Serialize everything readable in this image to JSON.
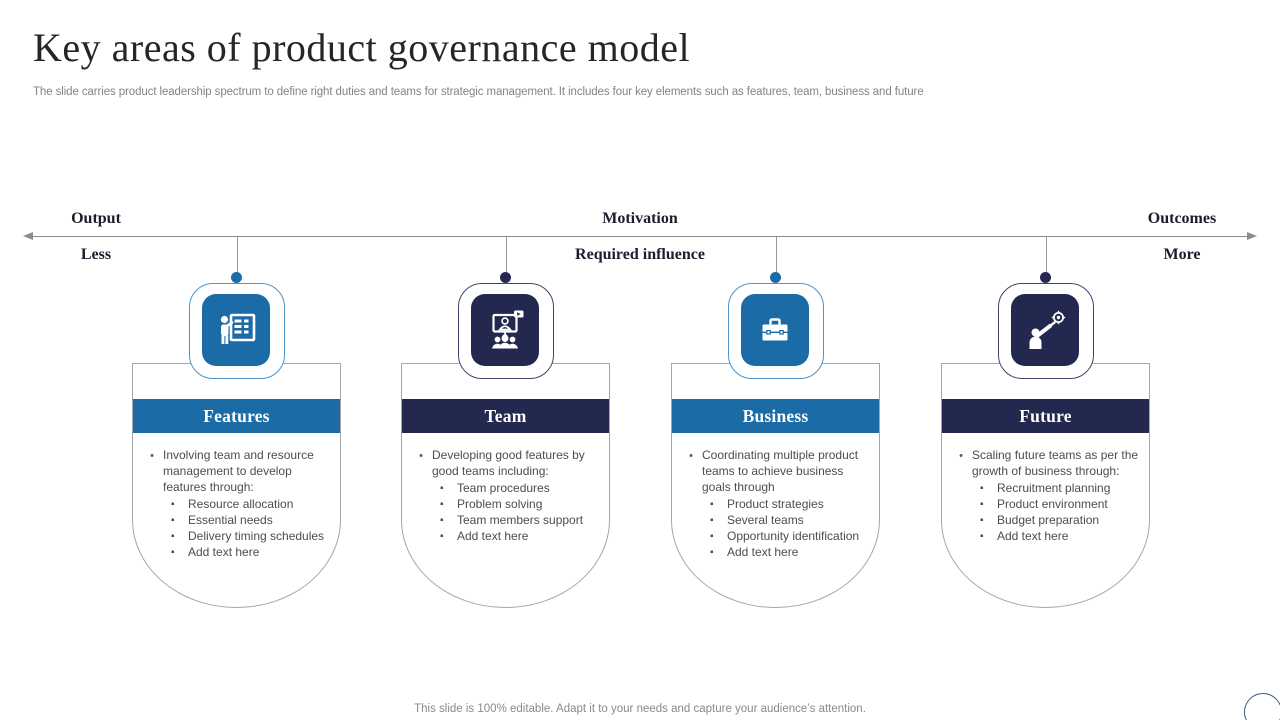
{
  "slide": {
    "title": "Key areas of product governance model",
    "subtitle": "The slide carries product leadership spectrum to define right duties and teams for strategic management. It includes four key elements such as features, team, business and future",
    "footer": "This slide is 100% editable. Adapt it to your needs and capture your audience’s attention."
  },
  "colors": {
    "blue": "#1B6BA7",
    "navy": "#23284E",
    "axis": "#8C8C8C",
    "card-border": "#A6A6A6",
    "body-text": "#4D4D4D"
  },
  "axis": {
    "left": {
      "top": "Output",
      "bottom": "Less"
    },
    "center": {
      "top": "Motivation",
      "bottom": "Required influence"
    },
    "right": {
      "top": "Outcomes",
      "bottom": "More"
    }
  },
  "cards": [
    {
      "title": "Features",
      "accent": "blue",
      "icon": "presenter-board-icon",
      "lead": "Involving team and resource management to develop features through:",
      "items": [
        "Resource allocation",
        "Essential needs",
        "Delivery timing schedules",
        "Add text here"
      ]
    },
    {
      "title": "Team",
      "accent": "navy",
      "icon": "video-team-icon",
      "lead": "Developing good features by good teams including:",
      "items": [
        "Team procedures",
        "Problem solving",
        "Team members support",
        "Add text here"
      ]
    },
    {
      "title": "Business",
      "accent": "blue",
      "icon": "briefcase-icon",
      "lead": "Coordinating multiple product teams to achieve business goals through",
      "items": [
        "Product strategies",
        "Several teams",
        "Opportunity identification",
        "Add text here"
      ]
    },
    {
      "title": "Future",
      "accent": "navy",
      "icon": "telescope-target-icon",
      "lead": "Scaling future teams as per the growth of business through:",
      "items": [
        "Recruitment planning",
        "Product environment",
        "Budget preparation",
        "Add text here"
      ]
    }
  ]
}
